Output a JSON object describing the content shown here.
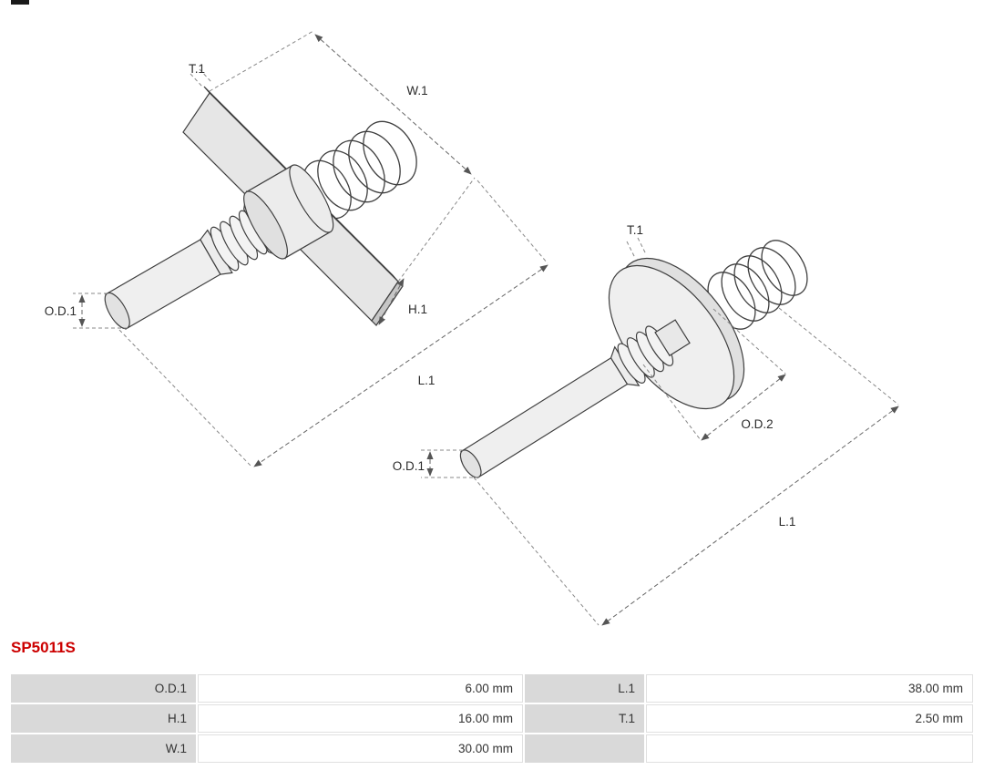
{
  "colors": {
    "part_number": "#cc0000",
    "line": "#3f3f3f",
    "dimension_line": "#666666",
    "table_label_bg": "#d9d9d9"
  },
  "part_number": "SP5011S",
  "diagram": {
    "figure1": {
      "t1": "T.1",
      "w1": "W.1",
      "h1": "H.1",
      "l1": "L.1",
      "od1": "O.D.1"
    },
    "figure2": {
      "t1": "T.1",
      "od2": "O.D.2",
      "od1": "O.D.1",
      "l1": "L.1"
    }
  },
  "specs": {
    "rows": [
      [
        "O.D.1",
        "6.00 mm",
        "L.1",
        "38.00 mm"
      ],
      [
        "H.1",
        "16.00 mm",
        "T.1",
        "2.50 mm"
      ],
      [
        "W.1",
        "30.00 mm",
        "",
        ""
      ]
    ]
  }
}
